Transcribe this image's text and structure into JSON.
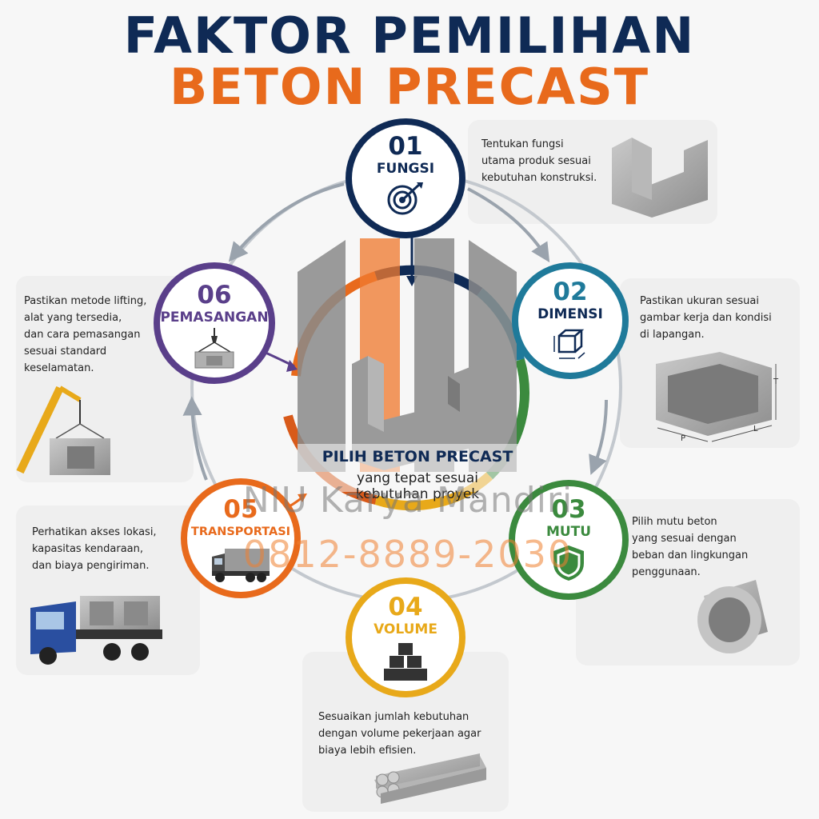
{
  "title": {
    "line1": "FAKTOR PEMILIHAN",
    "line2": "BETON PRECAST"
  },
  "colors": {
    "navy": "#0f2a55",
    "orange": "#e86a1c",
    "teal": "#1f7a9a",
    "green": "#3b8a3e",
    "gold": "#e8a91a",
    "purple": "#5a3f8a",
    "gray_arrow": "#9aa3ad"
  },
  "center": {
    "title": "PILIH BETON PRECAST",
    "subtitle_line1": "yang tepat sesuai",
    "subtitle_line2": "kebutuhan proyek"
  },
  "watermark": {
    "name": "NIU Karya Mandiri",
    "phone": "0812-8889-2030"
  },
  "steps": [
    {
      "num": "01",
      "label": "FUNGSI",
      "icon": "target-icon",
      "desc": "Tentukan fungsi\nutama produk sesuai\nkebutuhan konstruksi."
    },
    {
      "num": "02",
      "label": "DIMENSI",
      "icon": "cube-dimension-icon",
      "desc": "Pastikan ukuran sesuai\ngambar kerja dan kondisi\ndi lapangan."
    },
    {
      "num": "03",
      "label": "MUTU",
      "icon": "shield-check-icon",
      "desc": "Pilih mutu beton\nyang sesuai dengan\nbeban dan lingkungan\npenggunaan."
    },
    {
      "num": "04",
      "label": "VOLUME",
      "icon": "stacked-boxes-icon",
      "desc": "Sesuaikan jumlah kebutuhan\ndengan volume pekerjaan agar\nbiaya lebih efisien."
    },
    {
      "num": "05",
      "label": "TRANSPORTASI",
      "icon": "truck-icon",
      "desc": "Perhatikan akses lokasi,\nkapasitas kendaraan,\ndan biaya pengiriman."
    },
    {
      "num": "06",
      "label": "PEMASANGAN",
      "icon": "crane-hook-icon",
      "desc": "Pastikan metode lifting,\nalat yang tersedia,\ndan cara pemasangan\nsesuai standard\nkeselamatan."
    }
  ],
  "dimension_labels": {
    "t": "T",
    "p": "P",
    "l": "L"
  }
}
